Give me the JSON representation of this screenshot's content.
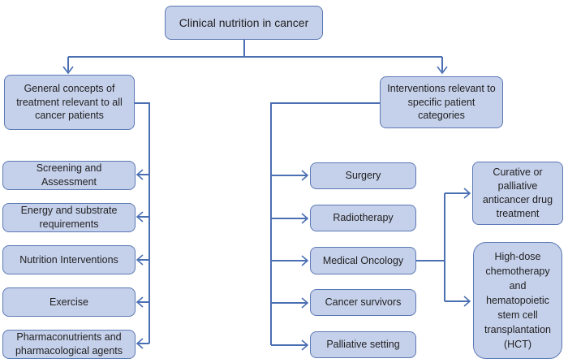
{
  "root": {
    "label": "Clinical nutrition in cancer"
  },
  "left_branch": {
    "heading": "General concepts of treatment relevant to all cancer patients",
    "items": [
      "Screening and Assessment",
      "Energy and substrate requirements",
      "Nutrition Interventions",
      "Exercise",
      "Pharmaconutrients and pharmacological agents"
    ]
  },
  "right_branch": {
    "heading": "Interventions relevant to specific patient categories",
    "items": [
      "Surgery",
      "Radiotherapy",
      "Medical Oncology",
      "Cancer survivors",
      "Palliative setting"
    ],
    "oncology_children": [
      "Curative or palliative anticancer drug treatment",
      "High-dose chemotherapy and hematopoietic stem cell transplantation (HCT)"
    ]
  },
  "colors": {
    "box_fill": "#c5d0ea",
    "box_border": "#5b79b4",
    "connector": "#4a6fb3"
  }
}
